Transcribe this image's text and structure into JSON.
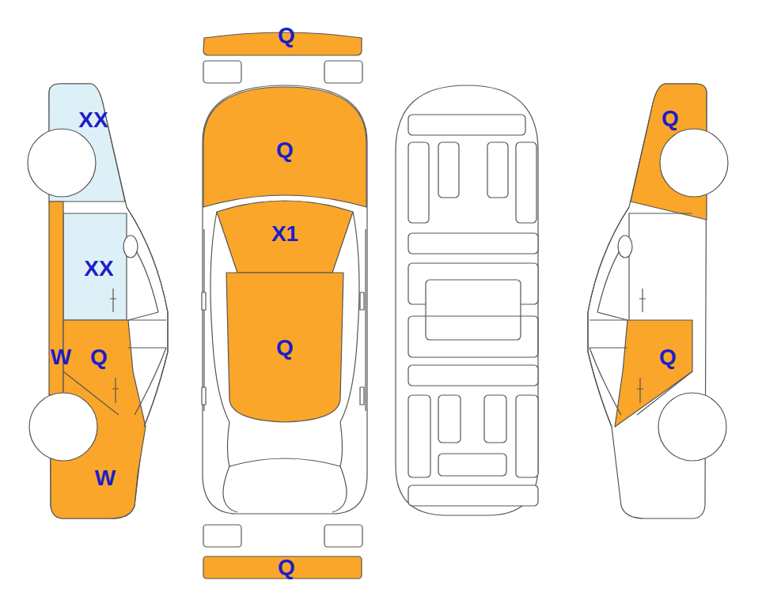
{
  "diagram": {
    "labels": [
      "XX",
      "XX",
      "W",
      "Q",
      "W",
      "Q",
      "Q",
      "X1",
      "Q",
      "Q",
      "Q",
      "Q"
    ]
  }
}
